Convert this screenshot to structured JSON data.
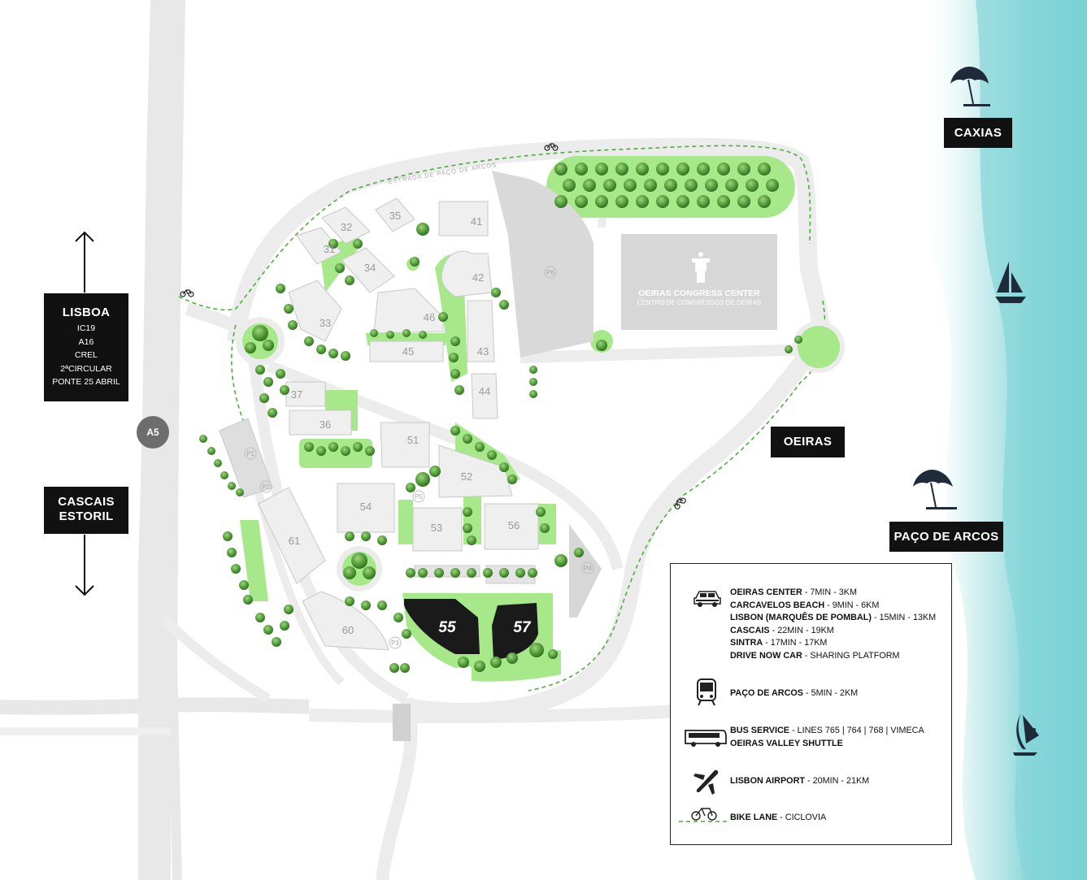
{
  "map": {
    "buildings": [
      "32",
      "35",
      "41",
      "31",
      "34",
      "42",
      "33",
      "46",
      "45",
      "43",
      "44",
      "37",
      "36",
      "51",
      "52",
      "54",
      "53",
      "56",
      "61",
      "60",
      "55",
      "57"
    ],
    "parking": [
      "P6",
      "P1",
      "P2",
      "P5",
      "P4",
      "P3"
    ],
    "congress_center": {
      "name": "OEIRAS CONGRESS CENTER",
      "subtitle": "CENTRO DE CONGRESSOS DE OEIRAS"
    },
    "road_label": "ESTRADA DE PAÇO DE ARCOS",
    "highway_badge": "A5"
  },
  "destinations": {
    "lisboa": {
      "title": "LISBOA",
      "lines": [
        "IC19",
        "A16",
        "CREL",
        "2ªCIRCULAR",
        "PONTE 25 ABRIL"
      ]
    },
    "cascais": {
      "line1": "CASCAIS",
      "line2": "ESTORIL"
    },
    "caxias": "CAXIAS",
    "oeiras": "OEIRAS",
    "paco_de_arcos": "PAÇO DE ARCOS"
  },
  "legend": {
    "car": [
      {
        "bold": "OEIRAS CENTER",
        "rest": " - 7MIN - 3KM"
      },
      {
        "bold": "CARCAVELOS BEACH",
        "rest": " - 9MIN - 6KM"
      },
      {
        "bold": "LISBON (MARQUÊS DE POMBAL)",
        "rest": " - 15MIN - 13KM"
      },
      {
        "bold": "CASCAIS",
        "rest": " - 22MIN - 19KM"
      },
      {
        "bold": "SINTRA",
        "rest": " - 17MIN - 17KM"
      },
      {
        "bold": "DRIVE NOW CAR",
        "rest": " - SHARING PLATFORM"
      }
    ],
    "train": {
      "bold": "PAÇO DE ARCOS",
      "rest": " - 5MIN - 2KM"
    },
    "bus": [
      {
        "bold": "BUS SERVICE",
        "rest": " - LINES 765 | 764 | 768 | VIMECA"
      },
      {
        "bold": "OEIRAS VALLEY SHUTTLE",
        "rest": ""
      }
    ],
    "airport": {
      "bold": "LISBON AIRPORT",
      "rest": " - 20MIN - 21KM"
    },
    "bike": {
      "bold": "BIKE LANE",
      "rest": " - CICLOVIA"
    }
  },
  "colors": {
    "green": "#8fe070",
    "dark_green": "#3f7a2a",
    "road": "#ececec",
    "building": "#efefef",
    "sea": "#7fd3d6",
    "block": "#111111"
  }
}
